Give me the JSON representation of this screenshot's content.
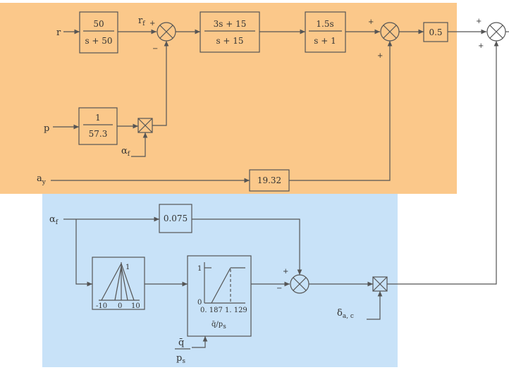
{
  "colors": {
    "upper_region": "#fbc88a",
    "lower_region": "#c8e2f8",
    "line": "#555555"
  },
  "inputs": {
    "r": "r",
    "p": "p",
    "ay": "a",
    "ay_sub": "y",
    "alpha_f_main": "α",
    "alpha_f_main_sub": "f",
    "alpha_f_lower": "α",
    "alpha_f_lower_sub": "f",
    "delta": "δ",
    "delta_sub": "a, c",
    "qbar_over_ps_num": "q̄",
    "qbar_over_ps_den": "p",
    "qbar_over_ps_den_sub": "s"
  },
  "signals": {
    "rf": "r",
    "rf_sub": "f"
  },
  "blocks": {
    "filter": {
      "num": "50",
      "den": "s + 50"
    },
    "lead": {
      "num": "3s + 15",
      "den": "s + 15"
    },
    "washout": {
      "num": "1.5s",
      "den": "s + 1"
    },
    "gain_p": {
      "num": "1",
      "den": "57.3"
    },
    "gain_out": "0.5",
    "gain_ay": "19.32",
    "gain_alpha": "0.075"
  },
  "schedule_block": {
    "top_label": "1",
    "tick_neg": "-10",
    "tick_zero": "0",
    "tick_pos": "10"
  },
  "ramp_block": {
    "y_one": "1",
    "y_zero": "0",
    "x_label": "0. 187 1. 129",
    "axis_num": "q̄",
    "axis_den": "p",
    "axis_den_sub": "s"
  },
  "signs": {
    "sj1_plus": "+",
    "sj1_minus": "−",
    "sj2_plus_top": "+",
    "sj2_plus_bottom": "+",
    "sj3_plus_top": "+",
    "sj3_plus_bottom": "+",
    "sj4_plus": "+",
    "sj4_minus": "−"
  }
}
